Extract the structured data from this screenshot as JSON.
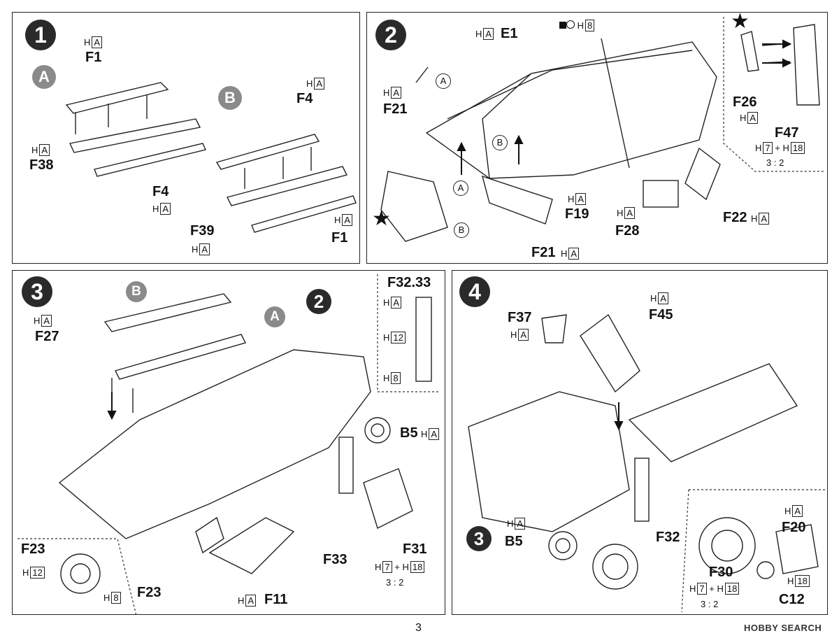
{
  "page_number": "3",
  "watermark": "HOBBY SEARCH",
  "paint_code": "A",
  "steps": [
    {
      "num": "1",
      "bubbles": [
        "A",
        "B"
      ],
      "labels": [
        "F1",
        "F38",
        "F4",
        "F4",
        "F39",
        "F1"
      ]
    },
    {
      "num": "2",
      "circle_markers": [
        "A",
        "B",
        "A",
        "B"
      ],
      "labels": [
        "E1",
        "F21",
        "F26",
        "F47",
        "F19",
        "F28",
        "F22",
        "F21"
      ],
      "code8": "8",
      "ratio": "3 : 2",
      "mix": [
        "7",
        "18"
      ]
    },
    {
      "num": "3",
      "bubbles": [
        "B",
        "A"
      ],
      "ref": "2",
      "labels": [
        "F27",
        "F32.33",
        "B5",
        "F23",
        "F11",
        "F33",
        "F31",
        "F23"
      ],
      "codes": [
        "12",
        "8",
        "12",
        "8"
      ],
      "ratio": "3 : 2",
      "mix": [
        "7",
        "18"
      ]
    },
    {
      "num": "4",
      "ref": "3",
      "labels": [
        "F37",
        "F45",
        "B5",
        "F32",
        "F30",
        "F20",
        "C12"
      ],
      "codes": [
        "18"
      ],
      "ratio": "3 : 2",
      "mix": [
        "7",
        "18"
      ]
    }
  ]
}
